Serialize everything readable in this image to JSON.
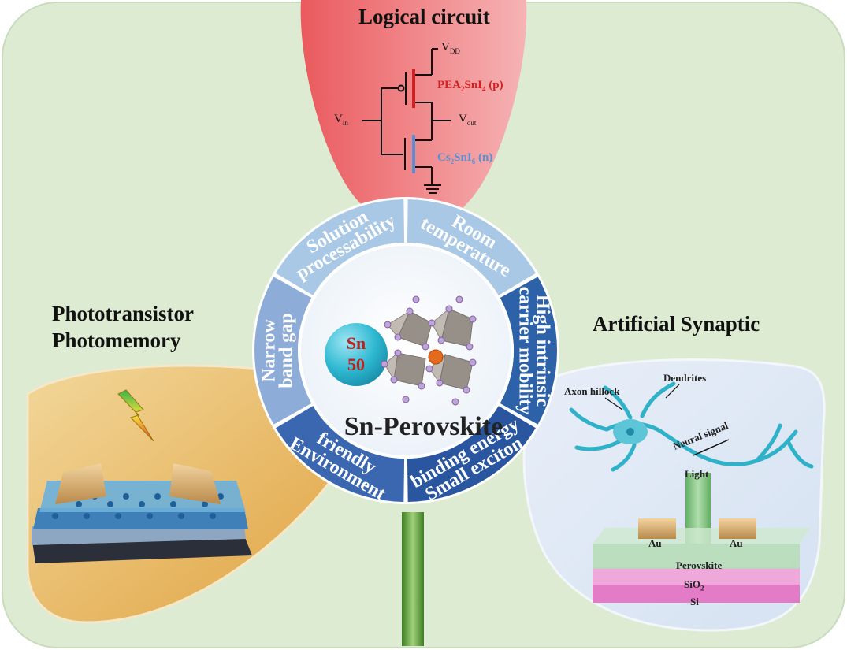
{
  "colors": {
    "background_panel": "#dcebd2",
    "logic_petal": "#ee6b6e",
    "photo_petal": "#e9b559",
    "synaptic_petal": "#dfe9f5",
    "stem": "#4e8f2f",
    "nmos_blue": "#5a8fd6",
    "pmos_red": "#d42020",
    "room_temp_text": "#e23030",
    "sn_ball": "#2fb9d2"
  },
  "petals": {
    "logic": {
      "title": "Logical circuit"
    },
    "photo": {
      "title_line1": "Phototransistor",
      "title_line2": "Photomemory"
    },
    "synaptic": {
      "title": "Artificial Synaptic"
    }
  },
  "circuit": {
    "vdd": "V",
    "vdd_sub": "DD",
    "vin": "V",
    "vin_sub": "in",
    "vout": "V",
    "vout_sub": "out",
    "pmos_label": "PEA",
    "pmos_sub1": "2",
    "pmos_mid": "SnI",
    "pmos_sub2": "4",
    "pmos_tail": " (p)",
    "nmos_label": "Cs",
    "nmos_sub1": "2",
    "nmos_mid": "SnI",
    "nmos_sub2": "6",
    "nmos_tail": " (n)"
  },
  "center": {
    "title": "Sn-Perovskite",
    "element_symbol": "Sn",
    "element_number": "50"
  },
  "ring_segments": [
    {
      "line1": "Room",
      "line2": "temperature",
      "color": "#a9c8e6",
      "text_color": "#e23030"
    },
    {
      "line1": "High intrinsic",
      "line2": "carrier mobility",
      "color": "#2e62a8",
      "text_color": "#111111"
    },
    {
      "line1": "Small exciton",
      "line2": "binding energy",
      "color": "#2a56a0",
      "text_color": "#ffffff"
    },
    {
      "line1": "Environment",
      "line2": "friendly",
      "color": "#3a67b0",
      "text_color": "#111111"
    },
    {
      "line1": "Narrow",
      "line2": "band gap",
      "color": "#8eacd8",
      "text_color": "#ffffff"
    },
    {
      "line1": "Solution",
      "line2": "processability",
      "color": "#a9c8e6",
      "text_color": "#111111"
    }
  ],
  "neuron": {
    "dendrites": "Dendrites",
    "axon_hillock": "Axon hillock",
    "neural_signal": "Neural signal",
    "light": "Light"
  },
  "device": {
    "electrode_left": "Au",
    "electrode_right": "Au",
    "layer1": "Perovskite",
    "layer2": "SiO",
    "layer2_sub": "2",
    "layer3": "Si"
  }
}
